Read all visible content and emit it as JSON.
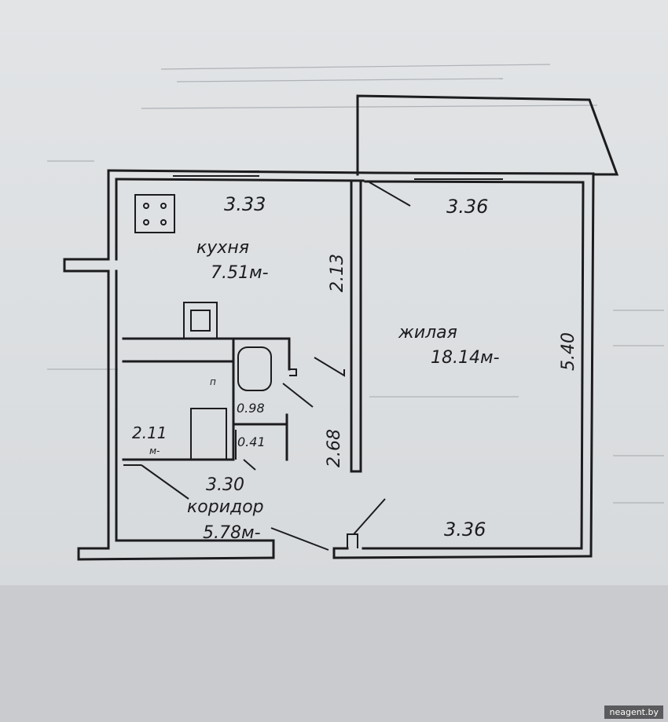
{
  "plan": {
    "kitchen": {
      "width_top": "3.33",
      "name": "кухня",
      "area": "7.51м-",
      "depth": "2.13"
    },
    "living": {
      "width_top": "3.36",
      "name": "жилая",
      "area": "18.14м-",
      "depth": "5.40",
      "width_bottom": "3.36"
    },
    "bathroom": {
      "area": "0.98"
    },
    "toilet": {
      "area": "0.41"
    },
    "closet": {
      "area": "2.11",
      "unit": "м-"
    },
    "corridor": {
      "width": "3.30",
      "name": "коридор",
      "area": "5.78м-",
      "length": "2.68"
    },
    "small_label": "п"
  },
  "watermark": "neagent.by",
  "colors": {
    "ink": "#1c1c1e",
    "paper": "#e0e2e4"
  }
}
